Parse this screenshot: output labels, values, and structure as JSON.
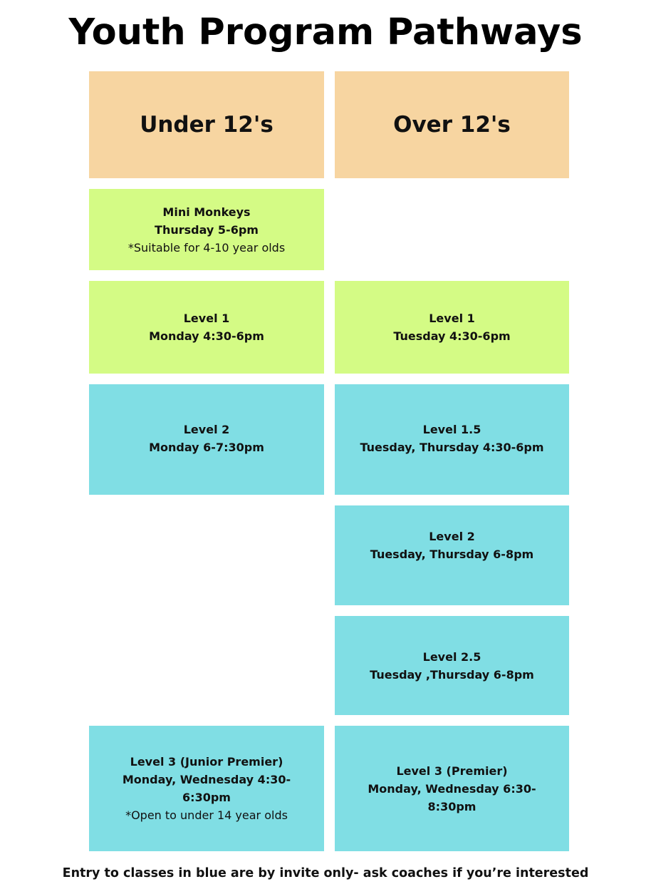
{
  "title": "Youth Program Pathways",
  "colors": {
    "header": "#f7d5a1",
    "green": "#d4fb85",
    "blue": "#80dee4"
  },
  "columns": {
    "under": "Under 12's",
    "over": "Over 12's"
  },
  "under12": {
    "mini_monkeys": {
      "name": "Mini Monkeys",
      "time": "Thursday 5-6pm",
      "note": "*Suitable for 4-10 year olds"
    },
    "level1": {
      "name": "Level 1",
      "time": "Monday 4:30-6pm"
    },
    "level2": {
      "name": "Level 2",
      "time": "Monday 6-7:30pm"
    },
    "level3": {
      "name": "Level 3 (Junior Premier)",
      "time_line1": "Monday, Wednesday 4:30-",
      "time_line2": "6:30pm",
      "note": "*Open to under 14 year olds"
    }
  },
  "over12": {
    "level1": {
      "name": "Level 1",
      "time": "Tuesday 4:30-6pm"
    },
    "level1_5": {
      "name": "Level 1.5",
      "time": "Tuesday, Thursday 4:30-6pm"
    },
    "level2": {
      "name": "Level 2",
      "time": "Tuesday, Thursday 6-8pm"
    },
    "level2_5": {
      "name": "Level 2.5",
      "time": "Tuesday ,Thursday 6-8pm"
    },
    "level3": {
      "name": "Level 3 (Premier)",
      "time_line1": "Monday, Wednesday 6:30-",
      "time_line2": "8:30pm"
    }
  },
  "footer": "Entry to classes in blue are by invite only- ask coaches if you’re interested"
}
